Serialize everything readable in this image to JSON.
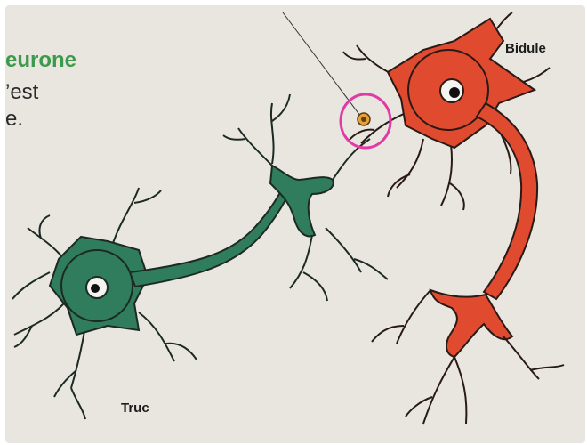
{
  "text": {
    "heading_fragment": "eurone",
    "line2_fragment": "’est",
    "line3_fragment": "e."
  },
  "labels": {
    "right_neuron": "Bidule",
    "left_neuron": "Truc"
  },
  "colors": {
    "background": "#e8e6df",
    "green_neuron": "#2f7d5c",
    "red_neuron": "#e04a2e",
    "highlight_circle": "#e23aa5",
    "heading_green": "#3d9a4c"
  }
}
